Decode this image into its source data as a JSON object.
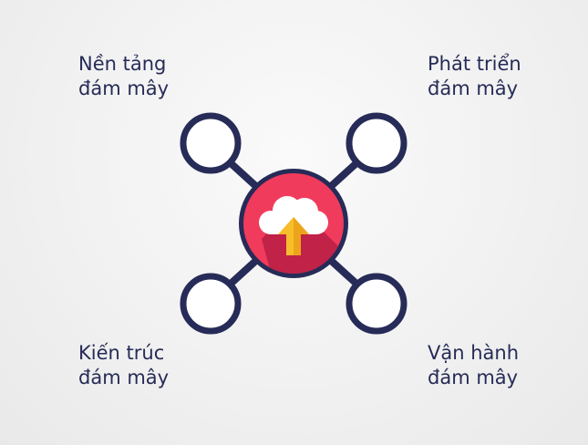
{
  "diagram": {
    "center_icon": "cloud-upload-icon",
    "colors": {
      "navy": "#262b57",
      "center_fill": "#f13b5c",
      "cloud": "#ffffff",
      "arrow": "#f7bd2a",
      "background": "#f1f1f1"
    },
    "nodes": [
      {
        "line1": "Nền tảng",
        "line2": "đám mây"
      },
      {
        "line1": "Phát triển",
        "line2": "đám mây"
      },
      {
        "line1": "Kiến trúc",
        "line2": "đám mây"
      },
      {
        "line1": "Vận hành",
        "line2": "đám mây"
      }
    ]
  }
}
